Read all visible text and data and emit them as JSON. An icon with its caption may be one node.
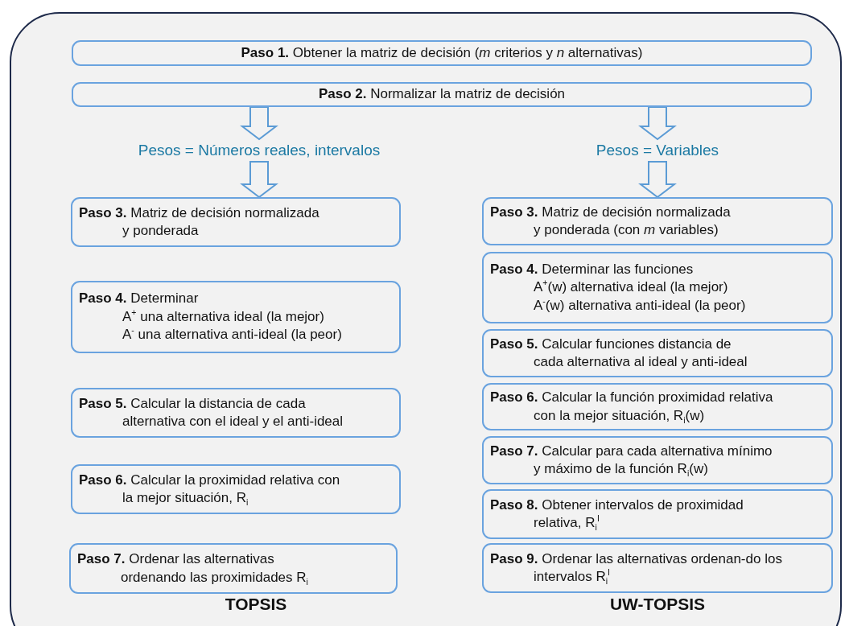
{
  "diagram": {
    "nodes": [
      {
        "text": [],
        "shape": "box"
      },
      {
        "text": [
          "**Paso 1.** Obtener la matriz de decisión (*m* criterios y *n* alternativas)"
        ],
        "in": 0
      },
      {
        "text": [
          "**Paso 2.** Normalizar la matriz de decisión"
        ],
        "in": 0
      },
      {
        "text": [
          "Pesos = Números reales, intervalos"
        ],
        "in": 0
      },
      {
        "text": [
          "Pesos = Variables"
        ],
        "in": 0
      },
      {
        "text": [
          "**Paso 3.** Matriz de decisión normalizada y ponderada"
        ],
        "in": 0
      },
      {
        "text": [
          "**Paso 4.** Determinar",
          "A$^{+}$ una alternativa ideal (la mejor)",
          "A$^{-}$ una alternativa anti-ideal (la peor)"
        ],
        "in": 0
      },
      {
        "text": [
          "**Paso 5.** Calcular la distancia de cada alternativa con el ideal y el anti-ideal"
        ],
        "in": 0
      },
      {
        "text": [
          "**Paso 6.** Calcular la proximidad relativa con la mejor situación, R$_{i}$"
        ],
        "in": 0
      },
      {
        "text": [
          "**Paso 7.** Ordenar las alternativas ordenando las proximidades R$_{i}$"
        ],
        "in": 0
      },
      {
        "text": [
          "**Paso 3.** Matriz de decisión normalizada y ponderada (con *m* variables)"
        ],
        "in": 0
      },
      {
        "text": [
          "**Paso 4.** Determinar las funciones",
          "A$^{+}$(w) alternativa ideal (la mejor)",
          "A$^{-}$(w) alternativa anti-ideal (la peor)"
        ],
        "in": 0
      },
      {
        "text": [
          "**Paso 5.** Calcular funciones distancia de cada alternativa al ideal y anti-ideal"
        ],
        "in": 0
      },
      {
        "text": [
          "**Paso 6.** Calcular la función proximidad relativa con la mejor situación, R$_{i}$(w)"
        ],
        "in": 0
      },
      {
        "text": [
          "**Paso 7.** Calcular para cada alternativa mínimo y máximo de la función R$_{i}$(w)"
        ],
        "in": 0
      },
      {
        "text": [
          "**Paso 8.** Obtener intervalos de proximidad relativa, R$_{i}$$^{I}$"
        ],
        "in": 0
      },
      {
        "text": [
          "**Paso 9.** Ordenar las alternativas ordenan-do los intervalos R$_{i}$$^{I}$"
        ],
        "in": 0
      }
    ],
    "edges": [
      {
        "from": 2,
        "to": 3,
        "arrow": "to"
      },
      {
        "from": 3,
        "to": 5,
        "arrow": "to"
      },
      {
        "from": 2,
        "to": 4,
        "arrow": "to"
      },
      {
        "from": 4,
        "to": 10,
        "arrow": "to"
      }
    ],
    "labels": [
      "TOPSIS",
      "UW-TOPSIS"
    ]
  }
}
